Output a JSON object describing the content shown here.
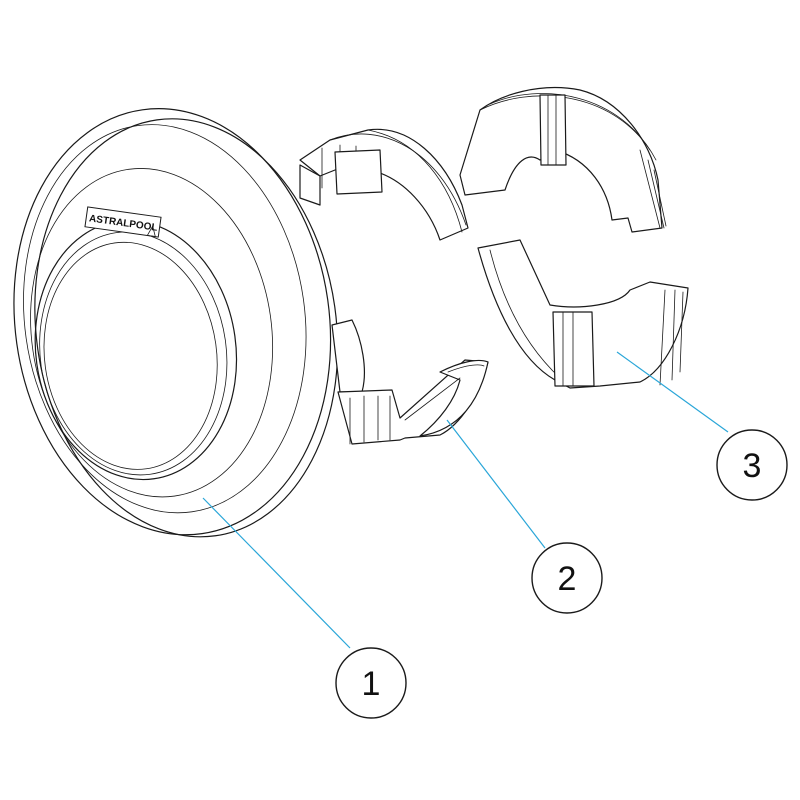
{
  "logo_text": "ASTRALPOOL",
  "colors": {
    "line": "#1a1a1a",
    "leader": "#2aa6d8",
    "background": "#ffffff"
  },
  "callouts": [
    {
      "number": "1"
    },
    {
      "number": "2"
    },
    {
      "number": "3"
    }
  ]
}
